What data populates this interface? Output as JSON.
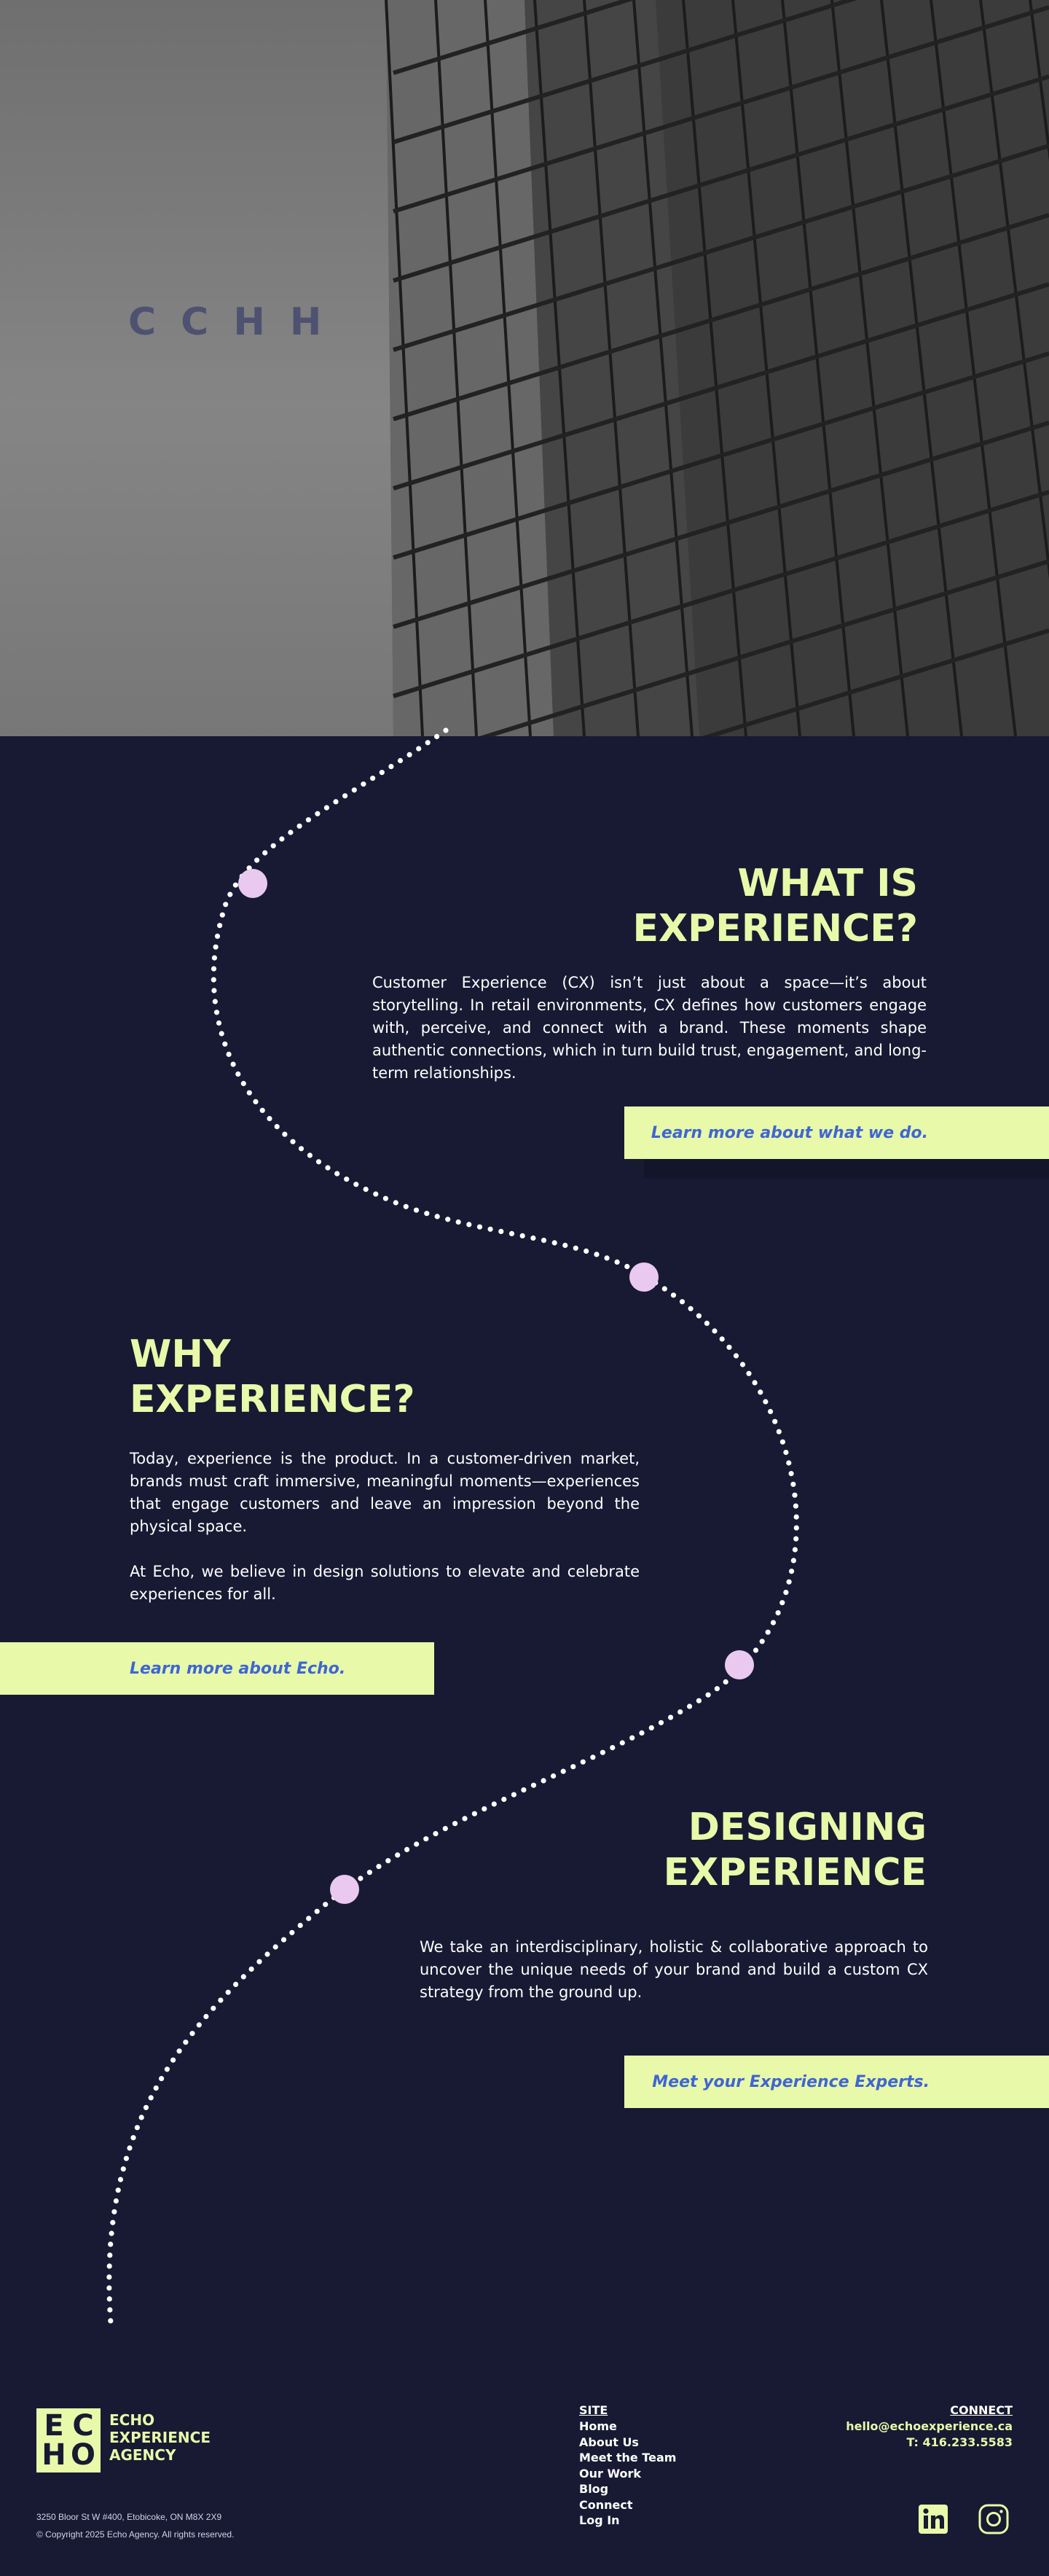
{
  "hero": {
    "logo_text": "CCHH"
  },
  "section_what": {
    "heading_line1": "WHAT IS",
    "heading_line2": "EXPERIENCE?",
    "body": "Customer Experience (CX) isn’t just about a space—it’s about storytelling. In retail environments, CX defines how customers engage with, perceive, and connect with a brand. These moments shape authentic connections, which in turn build trust,  engagement, and long-term relationships.",
    "cta_label": "Learn more about what we do."
  },
  "section_why": {
    "heading_line1": "WHY",
    "heading_line2": "EXPERIENCE?",
    "body_p1": "Today, experience is the product. In a customer-driven market, brands must craft immersive, meaningful moments—experiences that engage customers and leave an impression beyond the physical space.",
    "body_p2": "At Echo, we believe in design solutions to elevate and celebrate experiences for all.",
    "cta_label": "Learn more about Echo."
  },
  "section_designing": {
    "heading_line1": "DESIGNING",
    "heading_line2": "EXPERIENCE",
    "body": "We take an interdisciplinary, holistic & collaborative approach to uncover the unique needs of your brand and build a custom CX strategy from the ground up.",
    "cta_label": "Meet your Experience Experts."
  },
  "footer": {
    "logo_letters": [
      "E",
      "C",
      "H",
      "O"
    ],
    "brand_lines": [
      "ECHO",
      "EXPERIENCE",
      "AGENCY"
    ],
    "address": "3250 Bloor St W #400, Etobicoke, ON M8X 2X9",
    "copyright": "© Copyright 2025 Echo Agency. All rights reserved.",
    "site_heading": "SITE",
    "site_links": [
      "Home",
      "About Us",
      "Meet the Team",
      "Our Work",
      "Blog",
      "Connect",
      "Log In"
    ],
    "connect_heading": "CONNECT",
    "email": "hello@echoexperience.ca",
    "phone": "T: 416.233.5583",
    "social_icons": [
      "linkedin-icon",
      "instagram-icon"
    ]
  },
  "colors": {
    "background": "#181a33",
    "accent": "#e9f9aa",
    "cta_text": "#3f66d3",
    "path_node": "#e9c9f0",
    "path_dots": "#ffffff"
  }
}
